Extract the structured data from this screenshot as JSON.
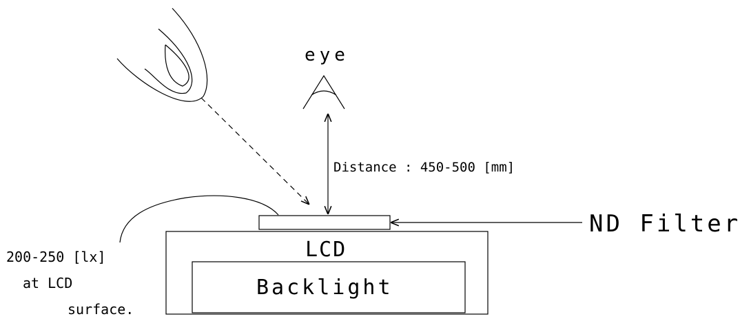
{
  "labels": {
    "eye": "eye",
    "distance": "Distance : 450-500 [mm]",
    "nd_filter": "ND Filter",
    "lcd": "LCD",
    "backlight": "Backlight",
    "illuminance_line1": "200-250 [lx]",
    "illuminance_line2": "at LCD",
    "illuminance_line3": "surface."
  },
  "colors": {
    "ink": "#000000",
    "background": "#ffffff"
  },
  "icons": {
    "eye": "eye-icon",
    "light_source": "light-source-icon"
  }
}
